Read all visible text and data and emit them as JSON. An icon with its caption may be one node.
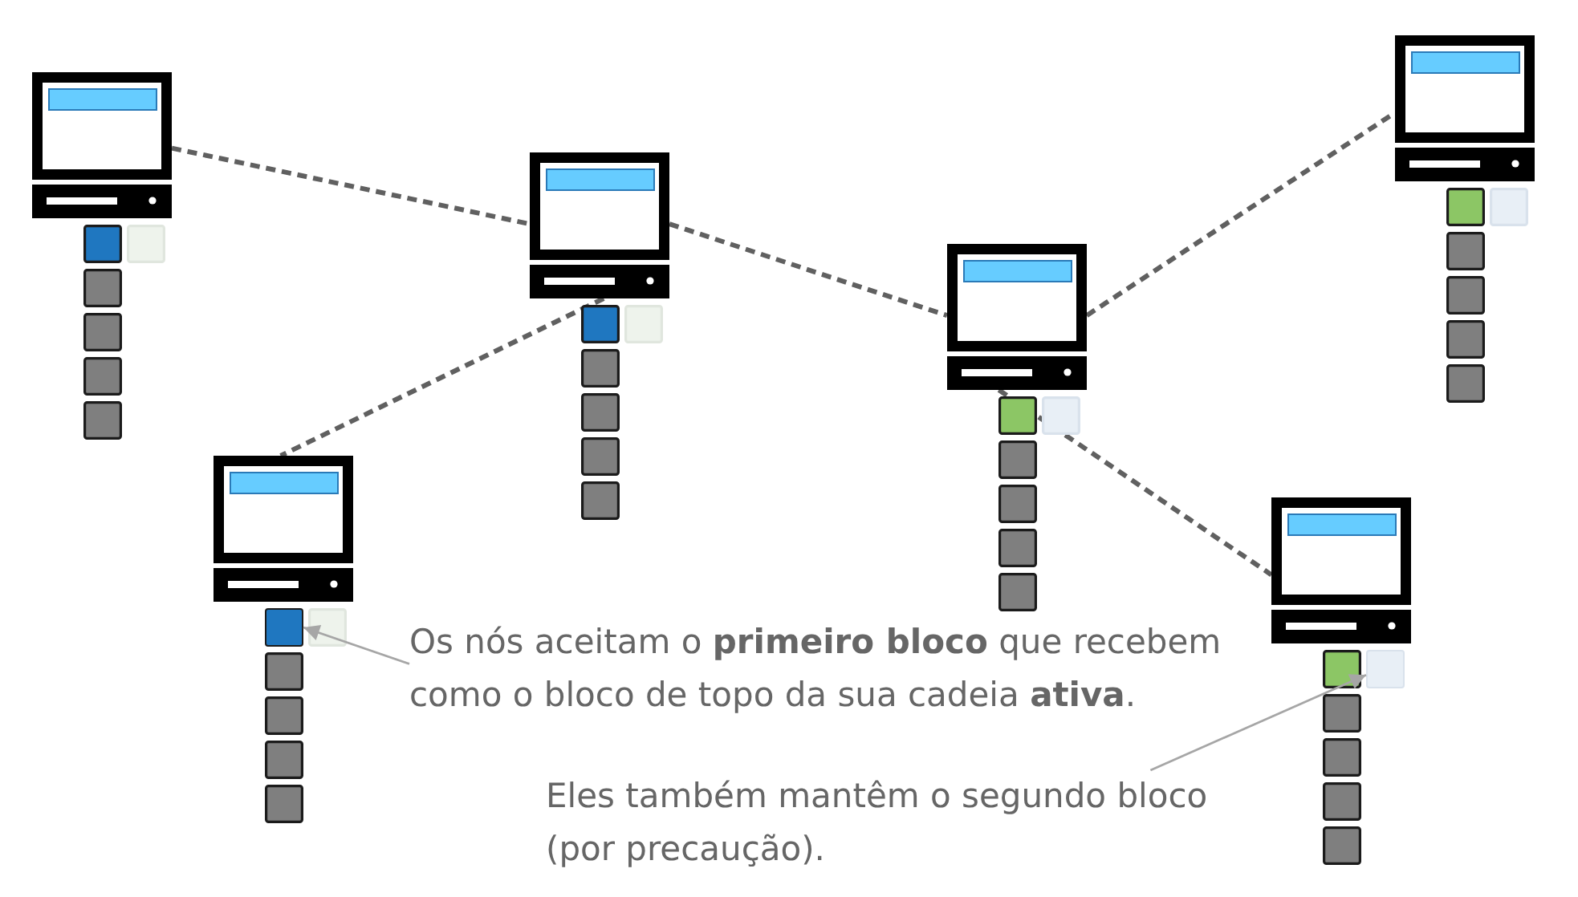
{
  "diagram": {
    "nodes": [
      {
        "text": [],
        "shape": "picture"
      },
      {
        "text": [],
        "shape": "picture"
      },
      {
        "text": [],
        "shape": "picture"
      },
      {
        "text": [],
        "shape": "picture"
      },
      {
        "text": [],
        "shape": "picture"
      },
      {
        "text": [],
        "shape": "picture"
      },
      {
        "text": [],
        "shape": "box"
      },
      {
        "text": [],
        "shape": "box"
      },
      {
        "text": [
          "Os nós aceitam o **primeiro bloco** que recebem como o bloco de topo da sua cadeia **ativa**."
        ]
      },
      {
        "text": [
          "Eles também mantêm o segundo bloco (por precaução)."
        ]
      }
    ],
    "edges": [
      {
        "from": 0,
        "to": 1,
        "arrow": "none",
        "style": "dashed"
      },
      {
        "from": 1,
        "to": 2,
        "arrow": "none",
        "style": "dashed"
      },
      {
        "from": 1,
        "to": 3,
        "arrow": "none",
        "style": "dashed"
      },
      {
        "from": 3,
        "to": 4,
        "arrow": "none",
        "style": "dashed"
      },
      {
        "from": 3,
        "to": 5,
        "arrow": "none",
        "style": "dashed"
      },
      {
        "from": 8,
        "to": 6,
        "arrow": "to",
        "color": "#a6a6a6"
      },
      {
        "from": 9,
        "to": 7,
        "arrow": "to",
        "color": "#a6a6a6"
      }
    ]
  }
}
